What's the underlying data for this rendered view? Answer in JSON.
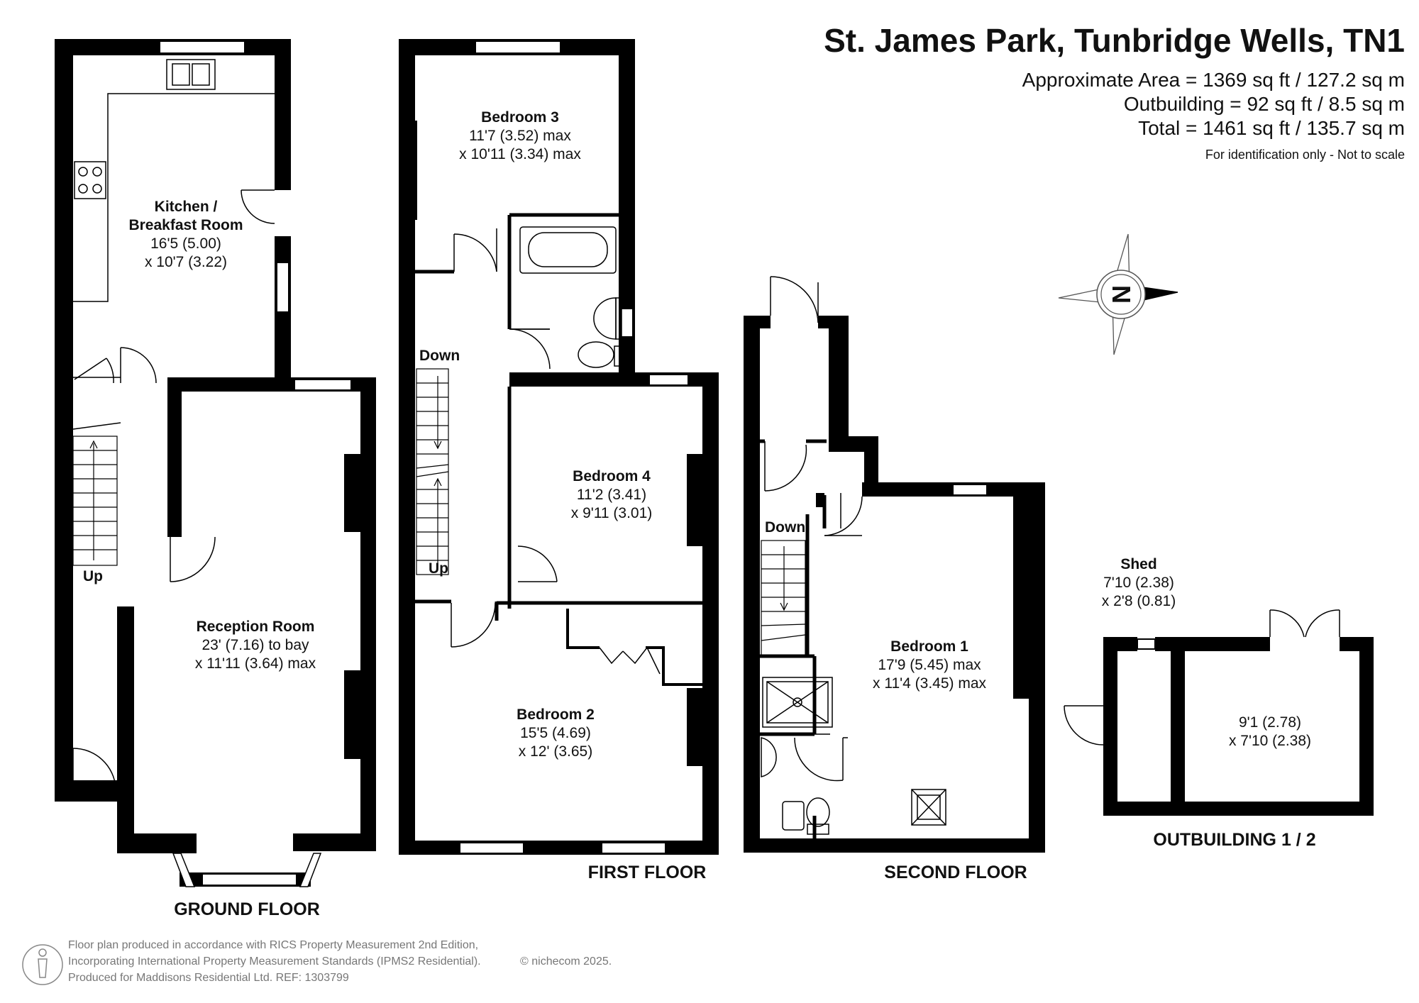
{
  "header": {
    "title": "St. James Park, Tunbridge Wells, TN1",
    "area_approx": "Approximate Area = 1369 sq ft / 127.2 sq m",
    "area_outbuilding": "Outbuilding = 92 sq ft / 8.5 sq m",
    "area_total": "Total = 1461 sq ft / 135.7 sq m",
    "note": "For identification only - Not to scale"
  },
  "floors": {
    "ground": "GROUND FLOOR",
    "first": "FIRST FLOOR",
    "second": "SECOND FLOOR",
    "outbuilding": "OUTBUILDING 1 / 2"
  },
  "rooms": {
    "kitchen": {
      "name1": "Kitchen /",
      "name2": "Breakfast Room",
      "dim1": "16'5 (5.00)",
      "dim2": "x 10'7 (3.22)"
    },
    "reception": {
      "name": "Reception Room",
      "dim1": "23' (7.16) to bay",
      "dim2": "x 11'11 (3.64) max"
    },
    "bedroom3": {
      "name": "Bedroom 3",
      "dim1": "11'7 (3.52) max",
      "dim2": "x 10'11 (3.34) max"
    },
    "bedroom4": {
      "name": "Bedroom 4",
      "dim1": "11'2 (3.41)",
      "dim2": "x 9'11 (3.01)"
    },
    "bedroom2": {
      "name": "Bedroom 2",
      "dim1": "15'5 (4.69)",
      "dim2": "x 12' (3.65)"
    },
    "bedroom1": {
      "name": "Bedroom 1",
      "dim1": "17'9 (5.45) max",
      "dim2": "x 11'4 (3.45) max"
    },
    "shed": {
      "name": "Shed",
      "dim1": "7'10 (2.38)",
      "dim2": "x 2'8 (0.81)"
    },
    "outbuilding2": {
      "dim1": "9'1 (2.78)",
      "dim2": "x 7'10 (2.38)"
    }
  },
  "stairs": {
    "ground_up": "Up",
    "first_down": "Down",
    "first_up": "Up",
    "second_down": "Down"
  },
  "compass": {
    "letter": "N"
  },
  "footer": {
    "line1": "Floor plan produced in accordance with RICS Property Measurement 2nd Edition,",
    "line2": "Incorporating International Property Measurement Standards (IPMS2 Residential).",
    "line3": "Produced for Maddisons Residential Ltd.   REF: 1303799",
    "copyright": "© nichecom 2025."
  }
}
